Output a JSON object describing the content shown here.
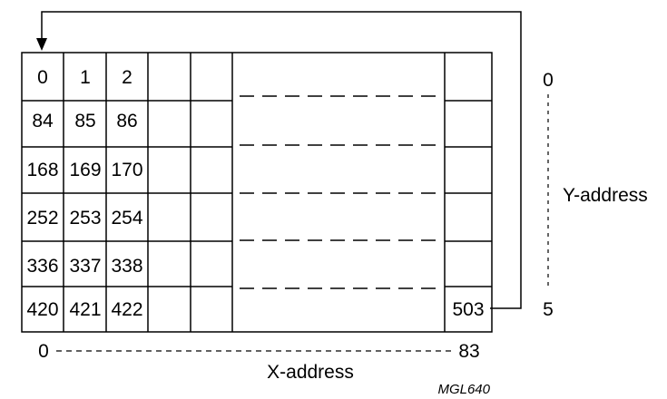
{
  "memory_map": {
    "rows": [
      [
        "0",
        "1",
        "2"
      ],
      [
        "84",
        "85",
        "86"
      ],
      [
        "168",
        "169",
        "170"
      ],
      [
        "252",
        "253",
        "254"
      ],
      [
        "336",
        "337",
        "338"
      ],
      [
        "420",
        "421",
        "422"
      ]
    ],
    "last_cell": "503"
  },
  "y_axis": {
    "start": "0",
    "end": "5",
    "label": "Y-address"
  },
  "x_axis": {
    "start": "0",
    "end": "83",
    "label": "X-address"
  },
  "figure_tag": "MGL640"
}
